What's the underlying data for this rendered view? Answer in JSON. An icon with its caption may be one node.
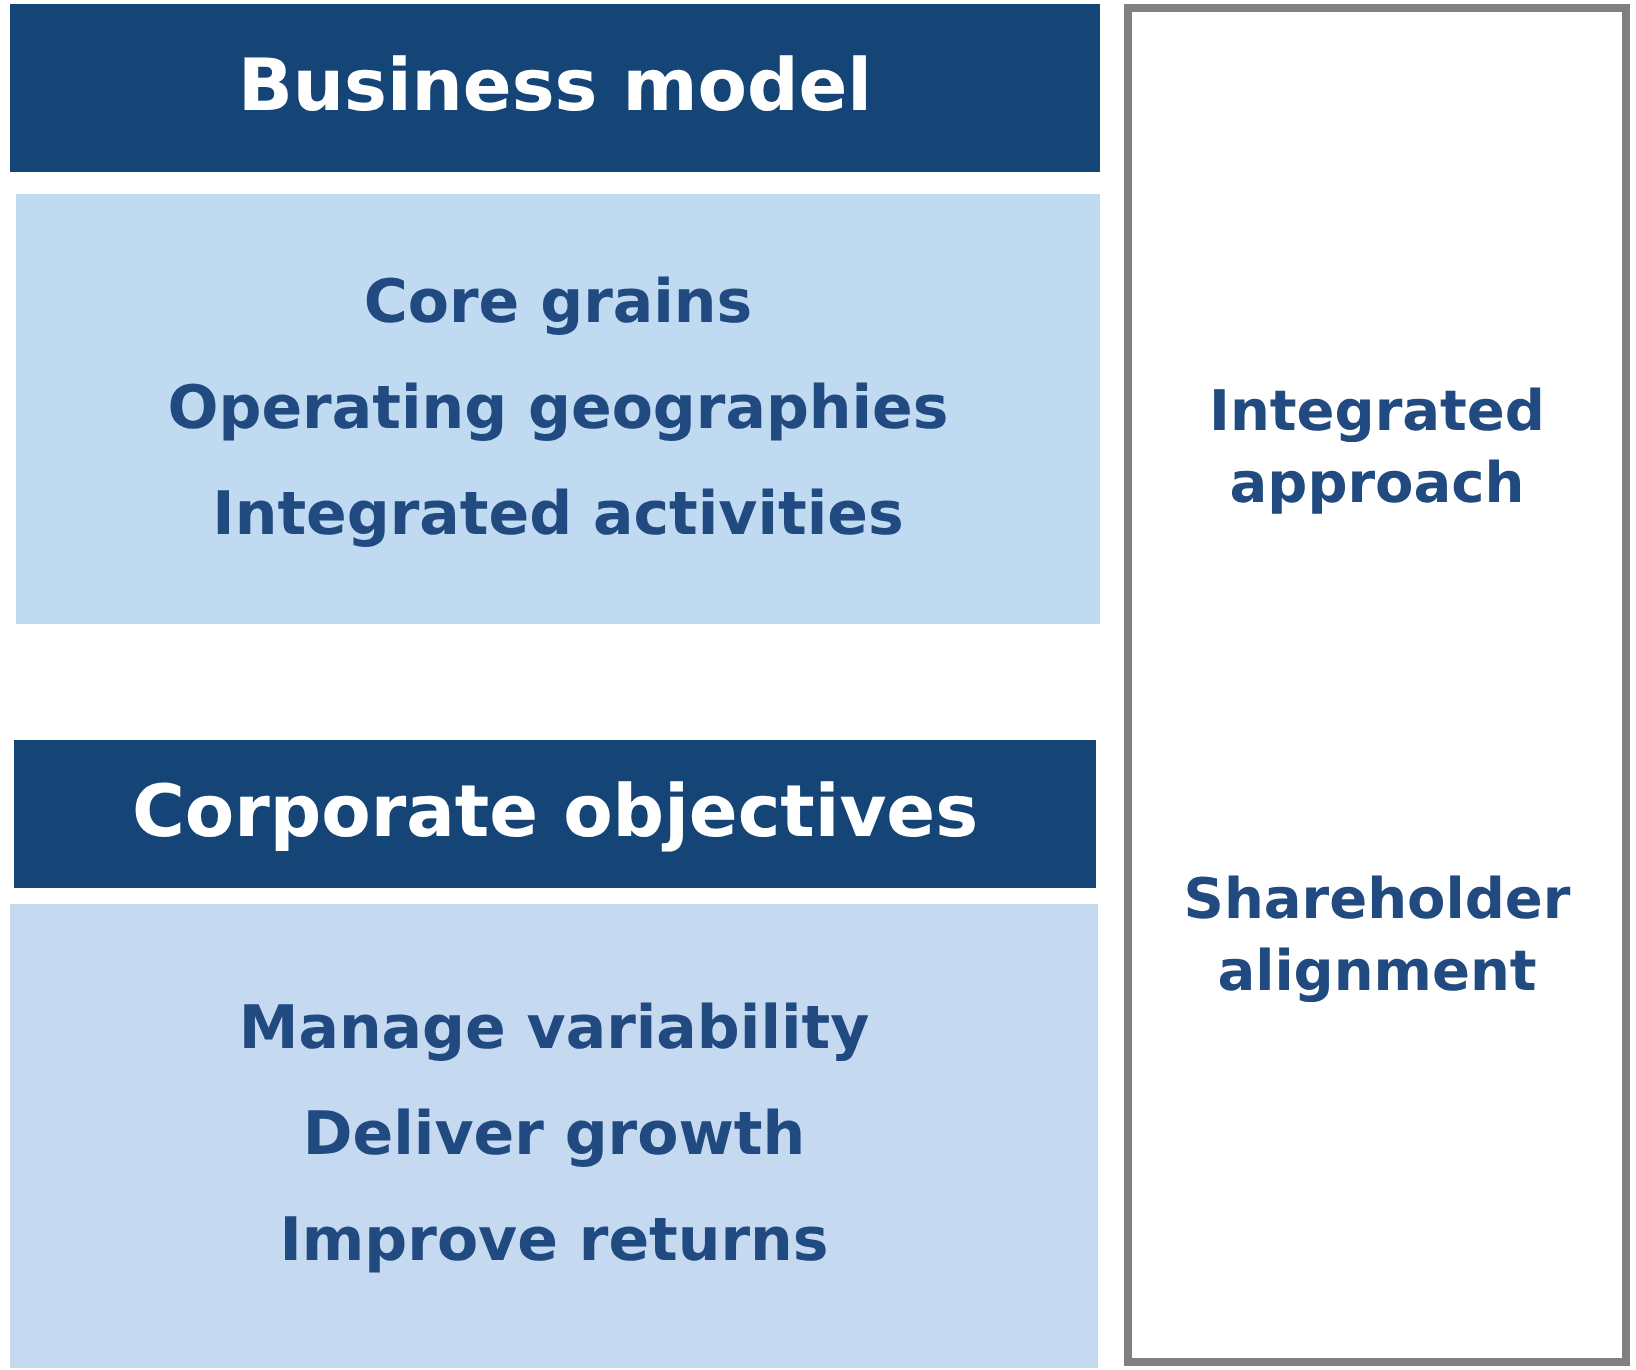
{
  "diagram": {
    "nodes": [
      {
        "text": [
          "Business model"
        ]
      },
      {
        "text": [
          "Core grains",
          "Operating geographies",
          "Integrated activities"
        ]
      },
      {
        "text": [
          "Corporate objectives"
        ]
      },
      {
        "text": [
          "Manage variability",
          "Deliver growth",
          "Improve returns"
        ]
      },
      {
        "text": [
          "Integrated approach",
          "Shareholder alignment"
        ]
      }
    ],
    "edges": []
  }
}
